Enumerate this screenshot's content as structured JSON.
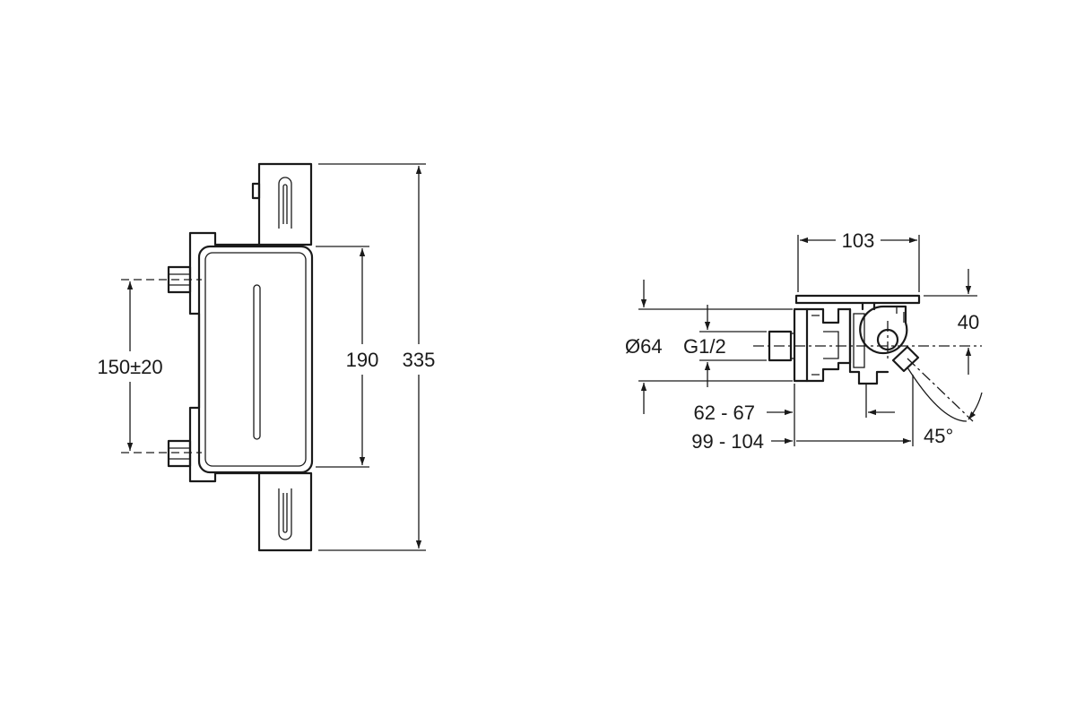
{
  "colors": {
    "ink": "#1a1a1a",
    "background": "#ffffff"
  },
  "front_view": {
    "dim_inlet_spacing": "150±20",
    "dim_body_height": "190",
    "dim_total_height": "335"
  },
  "side_view": {
    "dim_width": "103",
    "dim_offset": "40",
    "dim_escutcheon_diameter": "Ø64",
    "dim_thread": "G1/2",
    "dim_depth_min": "62 - 67",
    "dim_depth_max": "99 - 104",
    "dim_angle": "45°"
  }
}
